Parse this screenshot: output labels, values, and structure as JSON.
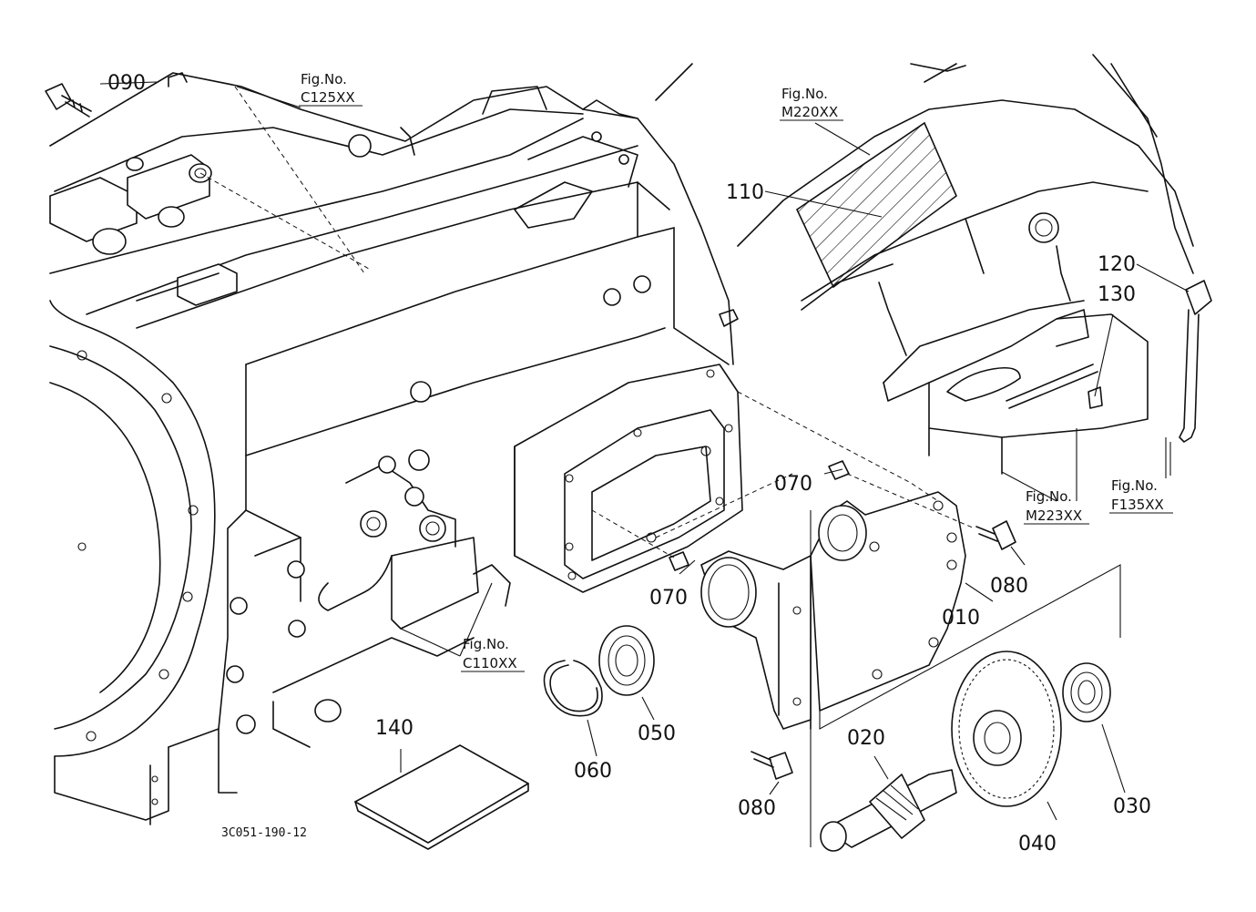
{
  "parts": {
    "p010": "010",
    "p020": "020",
    "p030": "030",
    "p040": "040",
    "p050": "050",
    "p060": "060",
    "p070a": "070",
    "p070b": "070",
    "p080a": "080",
    "p080b": "080",
    "p090": "090",
    "p110": "110",
    "p120": "120",
    "p130": "130",
    "p140": "140"
  },
  "fig_refs": {
    "c125": {
      "line1": "Fig.No.",
      "line2": "C125XX"
    },
    "m220": {
      "line1": "Fig.No.",
      "line2": "M220XX"
    },
    "c110": {
      "line1": "Fig.No.",
      "line2": "C110XX"
    },
    "m223": {
      "line1": "Fig.No.",
      "line2": "M223XX"
    },
    "f135": {
      "line1": "Fig.No.",
      "line2": "F135XX"
    }
  },
  "drawing_code": "3C051-190-12"
}
